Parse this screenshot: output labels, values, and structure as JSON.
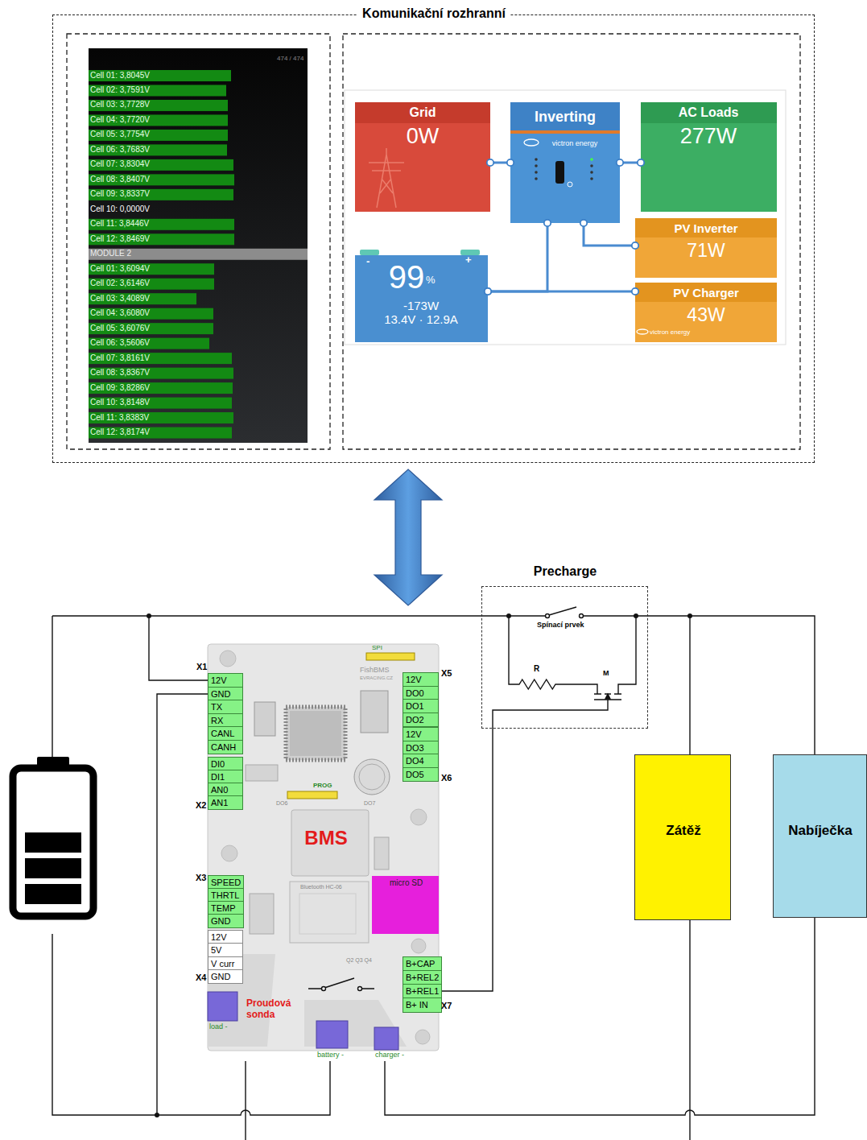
{
  "diagram": {
    "nodes": [
      {
        "text": [
          "Komunikační rozhranní"
        ]
      },
      {
        "text": [
          "Grid",
          "0W"
        ],
        "in": 0
      },
      {
        "text": [
          "Inverting",
          "victron energy"
        ],
        "in": 0
      },
      {
        "text": [
          "AC Loads",
          "277W"
        ],
        "in": 0
      },
      {
        "text": [
          "PV Inverter",
          "71W"
        ],
        "in": 0
      },
      {
        "text": [
          "99",
          "%",
          "-173W",
          "13.4V · 12.9A"
        ],
        "in": 0
      },
      {
        "text": [
          "PV Charger",
          "43W",
          "victron energy"
        ],
        "in": 0
      },
      {
        "text": [
          "Precharge"
        ]
      },
      {
        "text": [
          "BMS",
          "Proudová sonda"
        ]
      },
      {
        "text": [
          "12V",
          "GND",
          "TX",
          "RX",
          "CANL",
          "CANH"
        ],
        "in": 8
      },
      {
        "text": [
          "12V",
          "DO0",
          "DO1",
          "DO2"
        ],
        "in": 8
      },
      {
        "text": [
          "DI0",
          "DI1",
          "AN0",
          "AN1"
        ],
        "in": 8
      },
      {
        "text": [
          "12V",
          "DO3",
          "DO4",
          "DO5"
        ],
        "in": 8
      },
      {
        "text": [
          "SPEED",
          "THRTL",
          "TEMP",
          "GND"
        ],
        "in": 8
      },
      {
        "text": [
          "micro SD"
        ],
        "in": 8
      },
      {
        "text": [
          "12V",
          "5V",
          "V curr",
          "GND"
        ],
        "in": 8
      },
      {
        "text": [
          "B+CAP",
          "B+REL2",
          "B+REL1",
          "B+ IN"
        ],
        "in": 8
      },
      {
        "text": [
          "Zátěž"
        ]
      },
      {
        "text": [
          "Nabíječka"
        ]
      }
    ],
    "edges": [
      {
        "from": 1,
        "to": 2,
        "arrow": "none"
      },
      {
        "from": 2,
        "to": 3,
        "arrow": "none"
      },
      {
        "from": 2,
        "to": 5,
        "arrow": "none"
      },
      {
        "from": 2,
        "to": 4,
        "arrow": "none"
      },
      {
        "from": 5,
        "to": 6,
        "arrow": "none"
      },
      {
        "from": 0,
        "to": 8,
        "arrow": "both"
      }
    ],
    "labels": [
      "474 / 474",
      "Cell 01: 3,8045V",
      "Cell 02: 3,7591V",
      "Cell 03: 3,7728V",
      "Cell 04: 3,7720V",
      "Cell 05: 3,7754V",
      "Cell 06: 3,7683V",
      "Cell 07: 3,8304V",
      "Cell 08: 3,8407V",
      "Cell 09: 3,8337V",
      "Cell 10: 0,0000V",
      "Cell 11: 3,8446V",
      "Cell 12: 3,8469V",
      "MODULE 2",
      "Cell 01: 3,6094V",
      "Cell 02: 3,6146V",
      "Cell 03: 3,4089V",
      "Cell 04: 3,6080V",
      "Cell 05: 3,6076V",
      "Cell 06: 3,5606V",
      "Cell 07: 3,8161V",
      "Cell 08: 3,8367V",
      "Cell 09: 3,8286V",
      "Cell 10: 3,8148V",
      "Cell 11: 3,8383V",
      "Cell 12: 3,8174V",
      "-",
      "+",
      "X1",
      "X2",
      "X3",
      "X4",
      "X5",
      "X6",
      "X7",
      "SPI",
      "FishBMS",
      "EVRACING.CZ",
      "PROG",
      "DO6",
      "DO7",
      "Bluetooth HC-06",
      "Q2 Q3 Q4",
      "load -",
      "battery -",
      "charger -",
      "Spínací prvek",
      "R",
      "M"
    ]
  }
}
